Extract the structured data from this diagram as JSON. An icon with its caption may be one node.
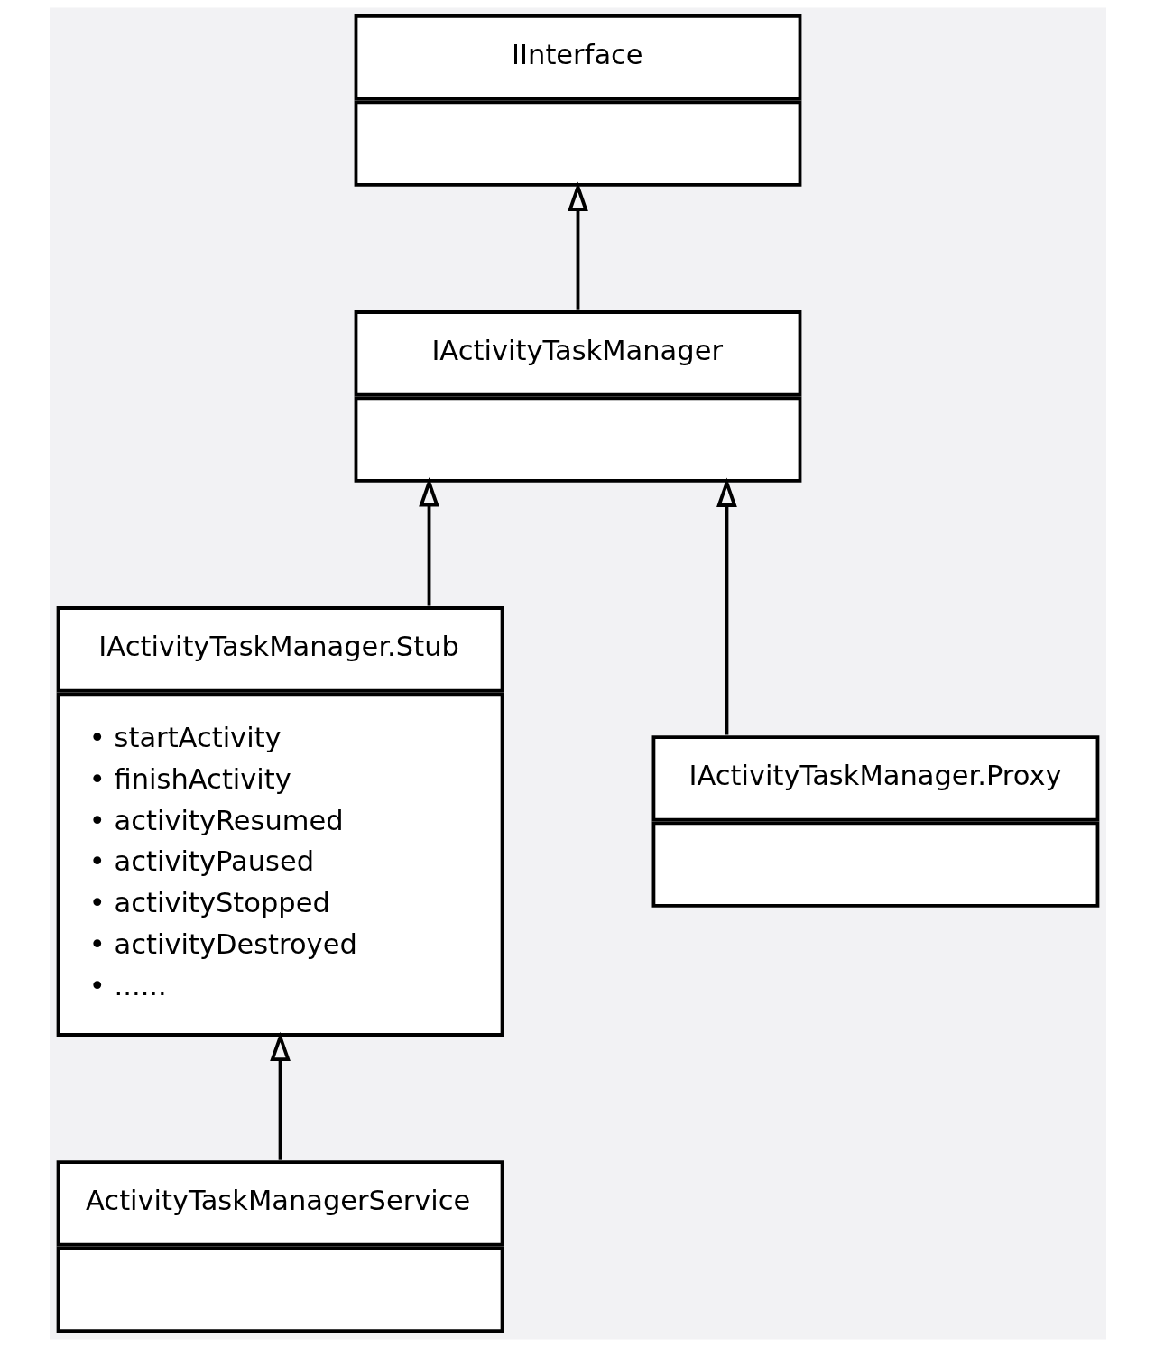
{
  "diagram": {
    "nodes": [
      {
        "text": [
          "IInterface"
        ]
      },
      {
        "text": [
          "IActivityTaskManager"
        ]
      },
      {
        "text": [
          "IActivityTaskManager.Stub",
          "• startActivity",
          "• finishActivity",
          "• activityResumed",
          "• activityPaused",
          "• activityStopped",
          "• activityDestroyed",
          "• ......"
        ]
      },
      {
        "text": [
          "IActivityTaskManager.Proxy"
        ]
      },
      {
        "text": [
          "ActivityTaskManagerService"
        ]
      }
    ],
    "edges": [
      {
        "from": 1,
        "to": 0,
        "arrow": "to"
      },
      {
        "from": 2,
        "to": 1,
        "arrow": "to"
      },
      {
        "from": 3,
        "to": 1,
        "arrow": "to"
      },
      {
        "from": 4,
        "to": 2,
        "arrow": "to"
      }
    ]
  }
}
